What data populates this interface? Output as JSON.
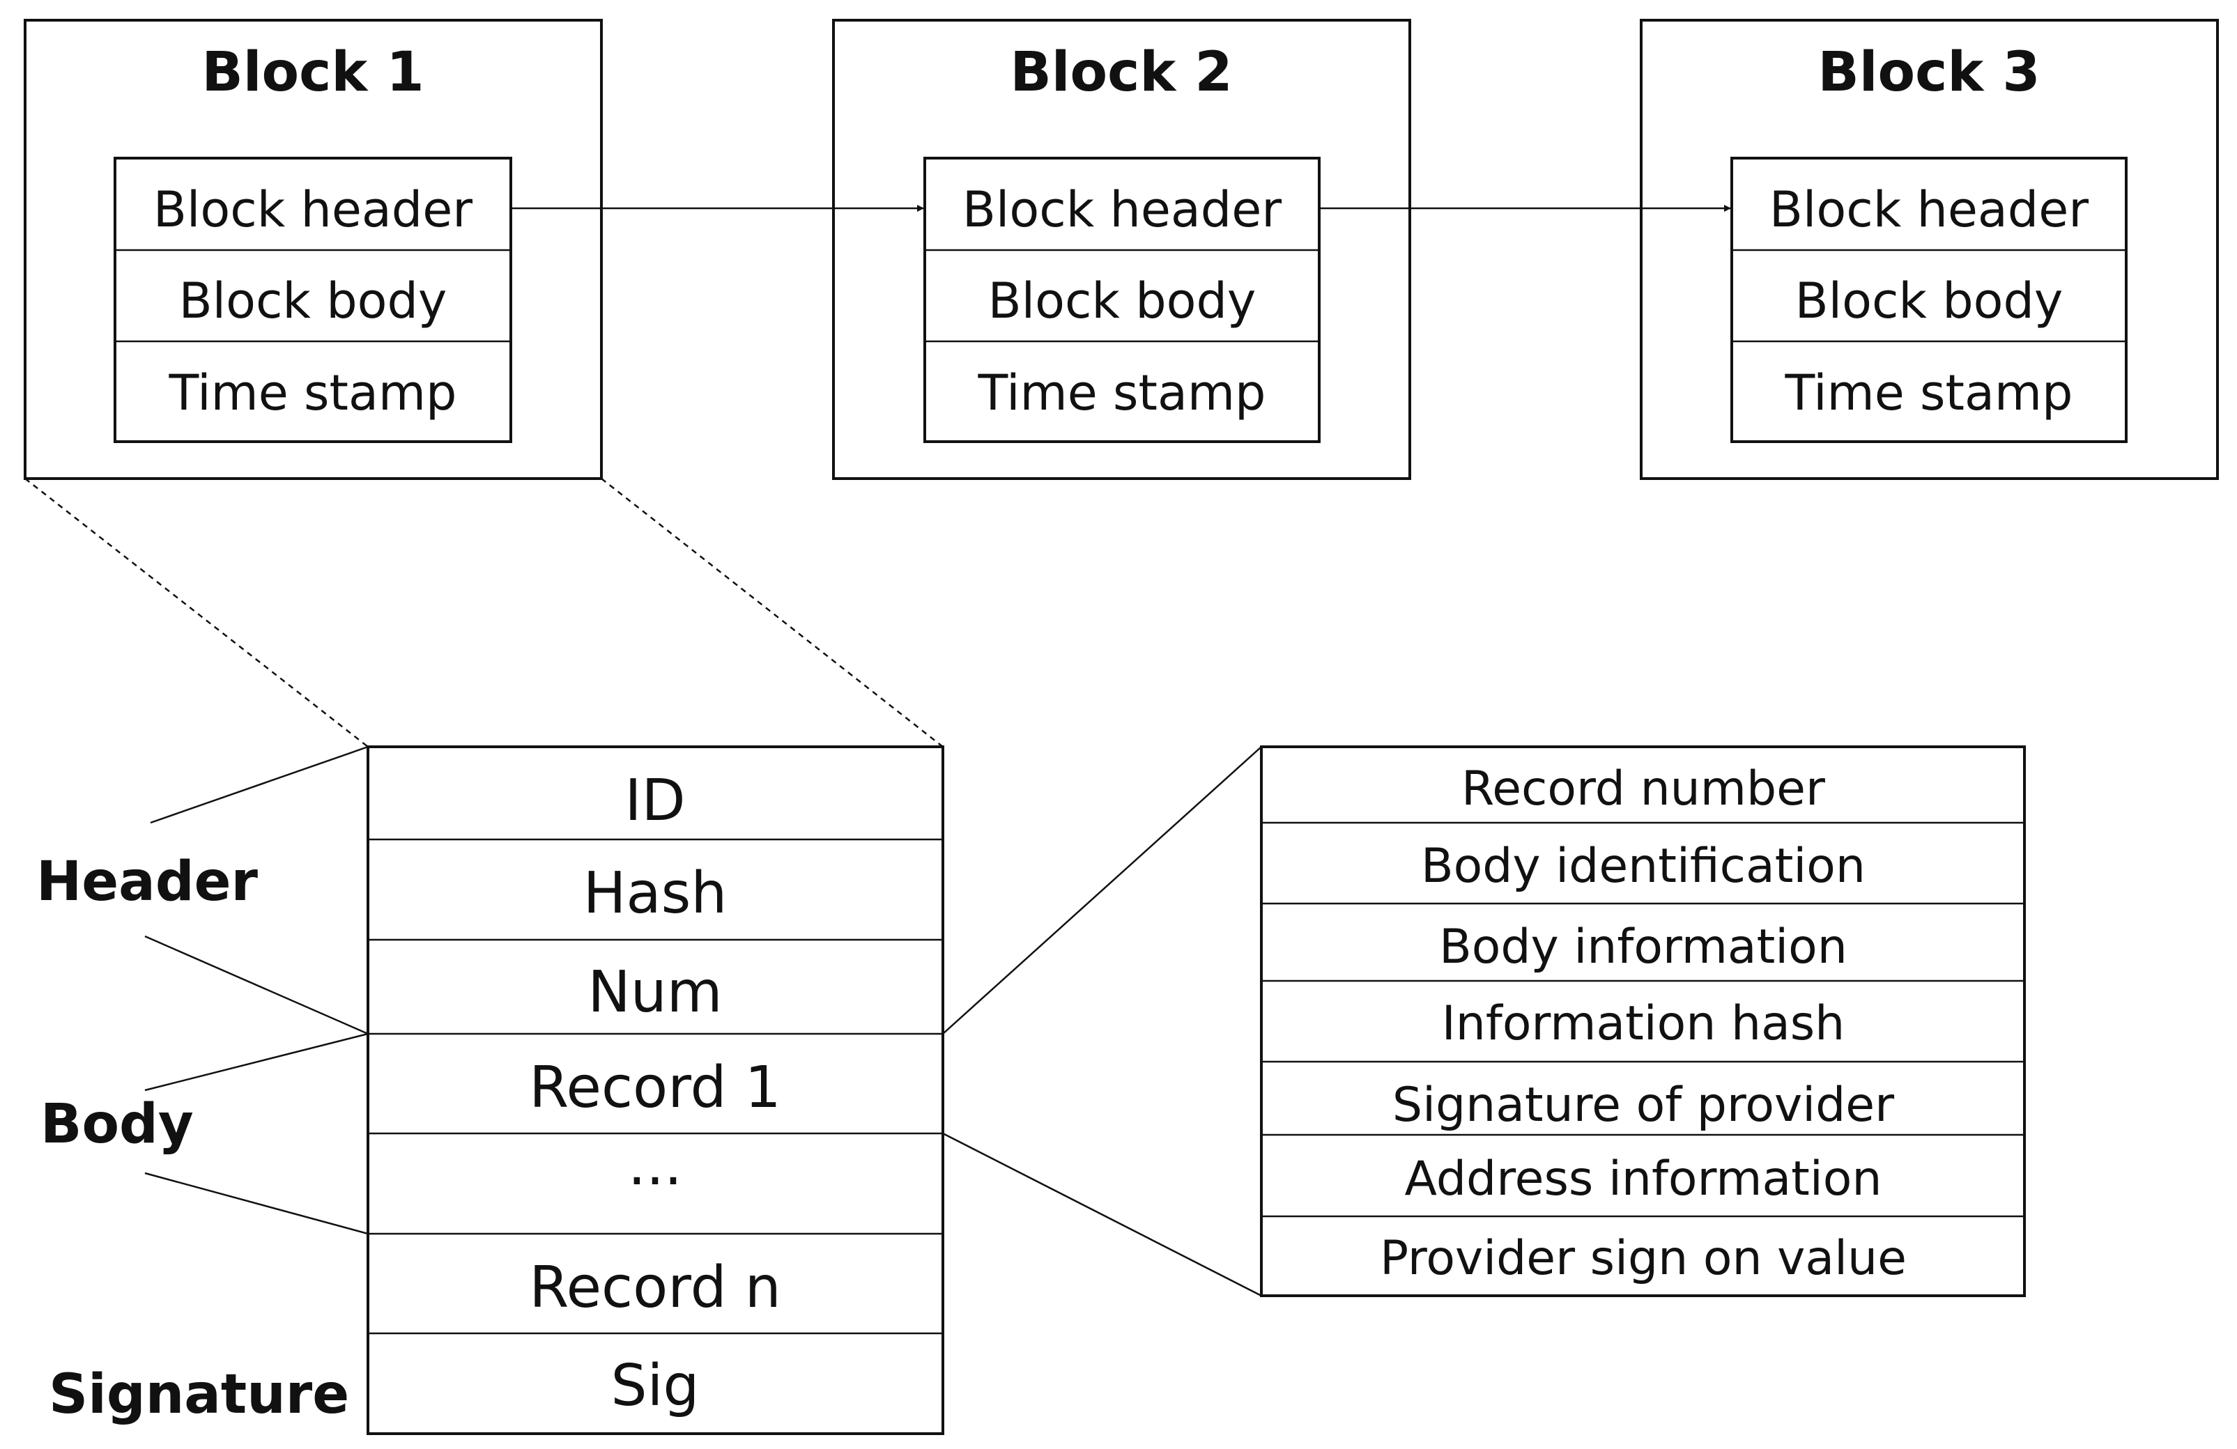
{
  "blocks": [
    {
      "title": "Block 1",
      "rows": [
        "Block header",
        "Block body",
        "Time stamp"
      ]
    },
    {
      "title": "Block 2",
      "rows": [
        "Block header",
        "Block body",
        "Time stamp"
      ]
    },
    {
      "title": "Block 3",
      "rows": [
        "Block header",
        "Block body",
        "Time stamp"
      ]
    }
  ],
  "detail_block": {
    "rows": [
      "ID",
      "Hash",
      "Num",
      "Record 1",
      "...",
      "Record n",
      "Sig"
    ]
  },
  "side_labels": {
    "header": "Header",
    "body": "Body",
    "signature": "Signature"
  },
  "record_fields": [
    "Record number",
    "Body identification",
    "Body information",
    "Information hash",
    "Signature of provider",
    "Address information",
    "Provider sign on value"
  ]
}
